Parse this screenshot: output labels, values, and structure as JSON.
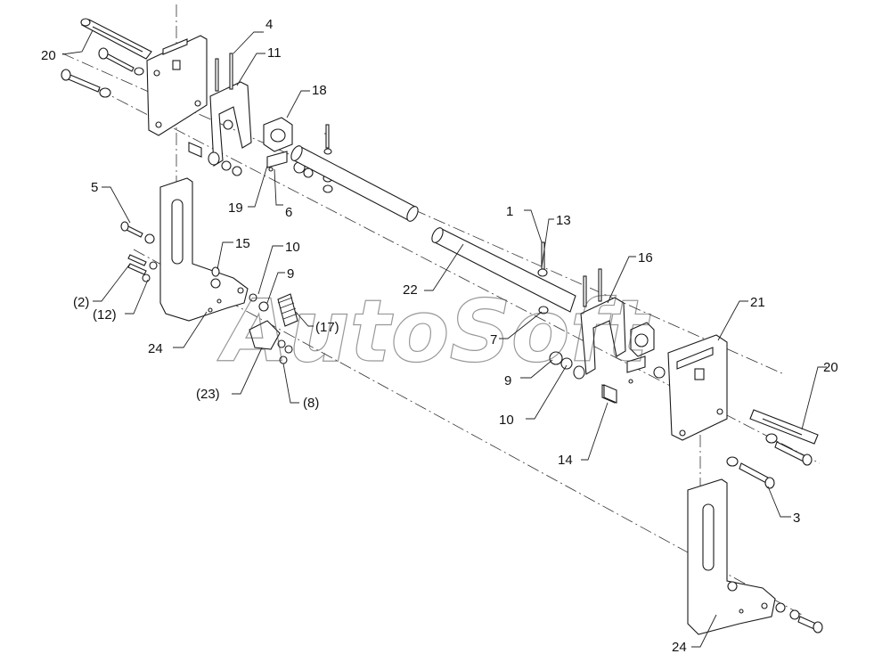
{
  "watermark": "AutoSoft",
  "callouts": [
    {
      "id": "c1",
      "label": "1"
    },
    {
      "id": "c2",
      "label": "(2)"
    },
    {
      "id": "c3",
      "label": "3"
    },
    {
      "id": "c4",
      "label": "4"
    },
    {
      "id": "c5",
      "label": "5"
    },
    {
      "id": "c6",
      "label": "6"
    },
    {
      "id": "c7",
      "label": "7"
    },
    {
      "id": "c8",
      "label": "(8)"
    },
    {
      "id": "c9a",
      "label": "9"
    },
    {
      "id": "c9b",
      "label": "9"
    },
    {
      "id": "c10a",
      "label": "10"
    },
    {
      "id": "c10b",
      "label": "10"
    },
    {
      "id": "c11",
      "label": "11"
    },
    {
      "id": "c12",
      "label": "(12)"
    },
    {
      "id": "c13",
      "label": "13"
    },
    {
      "id": "c14",
      "label": "14"
    },
    {
      "id": "c15",
      "label": "15"
    },
    {
      "id": "c16",
      "label": "16"
    },
    {
      "id": "c17",
      "label": "(17)"
    },
    {
      "id": "c18",
      "label": "18"
    },
    {
      "id": "c19",
      "label": "19"
    },
    {
      "id": "c20a",
      "label": "20"
    },
    {
      "id": "c20b",
      "label": "20"
    },
    {
      "id": "c21",
      "label": "21"
    },
    {
      "id": "c22",
      "label": "22"
    },
    {
      "id": "c23",
      "label": "(23)"
    },
    {
      "id": "c24a",
      "label": "24"
    },
    {
      "id": "c24b",
      "label": "24"
    }
  ]
}
